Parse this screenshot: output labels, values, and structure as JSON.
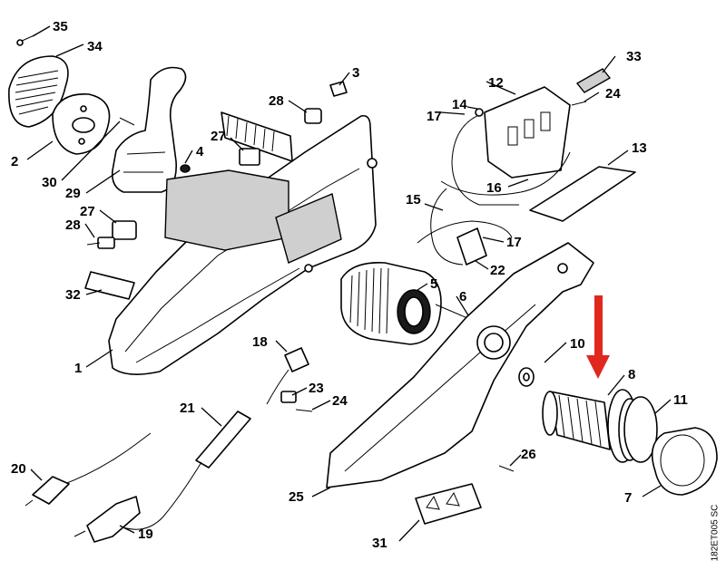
{
  "diagram": {
    "document_code": "182ET005 SC",
    "callouts": {
      "n1": "1",
      "n2": "2",
      "n3": "3",
      "n4": "4",
      "n5": "5",
      "n6": "6",
      "n7": "7",
      "n8": "8",
      "n10": "10",
      "n11": "11",
      "n12": "12",
      "n13": "13",
      "n14": "14",
      "n15": "15",
      "n16": "16",
      "n17a": "17",
      "n17b": "17",
      "n18": "18",
      "n19": "19",
      "n20": "20",
      "n21": "21",
      "n22": "22",
      "n23": "23",
      "n24a": "24",
      "n24b": "24",
      "n25": "25",
      "n26": "26",
      "n27a": "27",
      "n27b": "27",
      "n28a": "28",
      "n28b": "28",
      "n29": "29",
      "n30": "30",
      "n31": "31",
      "n32": "32",
      "n33": "33",
      "n34": "34",
      "n35": "35"
    },
    "highlight_arrow_color": "#e0281e"
  }
}
